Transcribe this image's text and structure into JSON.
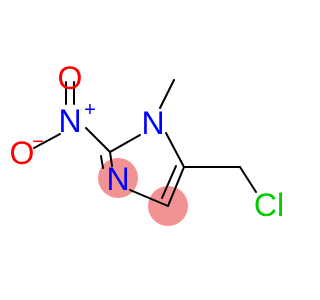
{
  "molecule": {
    "atoms": {
      "oxygen_top": "O",
      "nitro_nitrogen": "N",
      "nitro_nitrogen_charge": "+",
      "oxygen_bottom": "O",
      "oxygen_bottom_charge": "−",
      "ring_nitrogen_methyl": "N",
      "ring_nitrogen": "N",
      "chlorine": "Cl"
    },
    "colors": {
      "bond": "#000000",
      "oxygen": "#ff0000",
      "nitrogen": "#0000ff",
      "chlorine": "#00cc00",
      "aromatic_highlight": "#f08080"
    }
  }
}
